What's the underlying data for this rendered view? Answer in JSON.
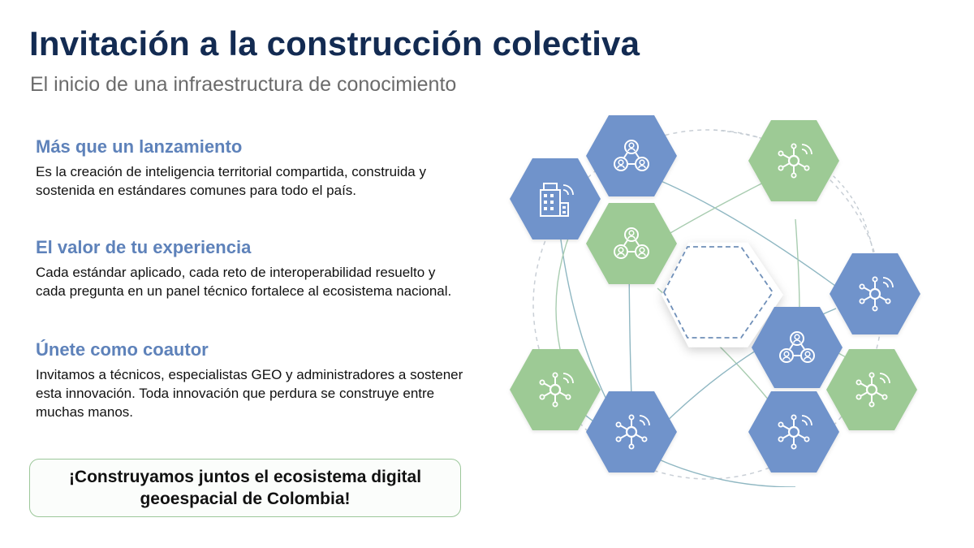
{
  "title": "Invitación a la construcción colectiva",
  "subtitle": "El inicio de una infraestructura de conocimiento",
  "sections": [
    {
      "heading": "Más que un lanzamiento",
      "body": "Es la creación de inteligencia territorial compartida, construida y sostenida en estándares comunes para todo el país."
    },
    {
      "heading": "El valor de tu experiencia",
      "body": "Cada estándar aplicado, cada reto de interoperabilidad resuelto y cada pregunta en un panel técnico fortalece al ecosistema nacional."
    },
    {
      "heading": "Únete como coautor",
      "body": "Invitamos a técnicos, especialistas GEO y administradores a sostener esta innovación. Toda innovación que perdura se construye entre muchas manos."
    }
  ],
  "cta": "¡Construyamos juntos el ecosistema digital geoespacial de Colombia!",
  "colors": {
    "title": "#132b52",
    "heading": "#5e82ba",
    "blue_hex": "#6f93cb",
    "green_hex": "#9dca95",
    "connector": "#8fb7c2"
  },
  "hexagons": [
    {
      "color": "blue",
      "icon": "building-icon"
    },
    {
      "color": "blue",
      "icon": "people-network-icon"
    },
    {
      "color": "green",
      "icon": "network-node-icon"
    },
    {
      "color": "green",
      "icon": "people-network-icon"
    },
    {
      "color": "blue",
      "icon": "network-node-icon"
    },
    {
      "color": "blue",
      "icon": "people-network-icon"
    },
    {
      "color": "green",
      "icon": "network-node-icon"
    },
    {
      "color": "green",
      "icon": "network-node-icon"
    },
    {
      "color": "blue",
      "icon": "network-node-icon"
    },
    {
      "color": "blue",
      "icon": "network-node-icon"
    }
  ]
}
